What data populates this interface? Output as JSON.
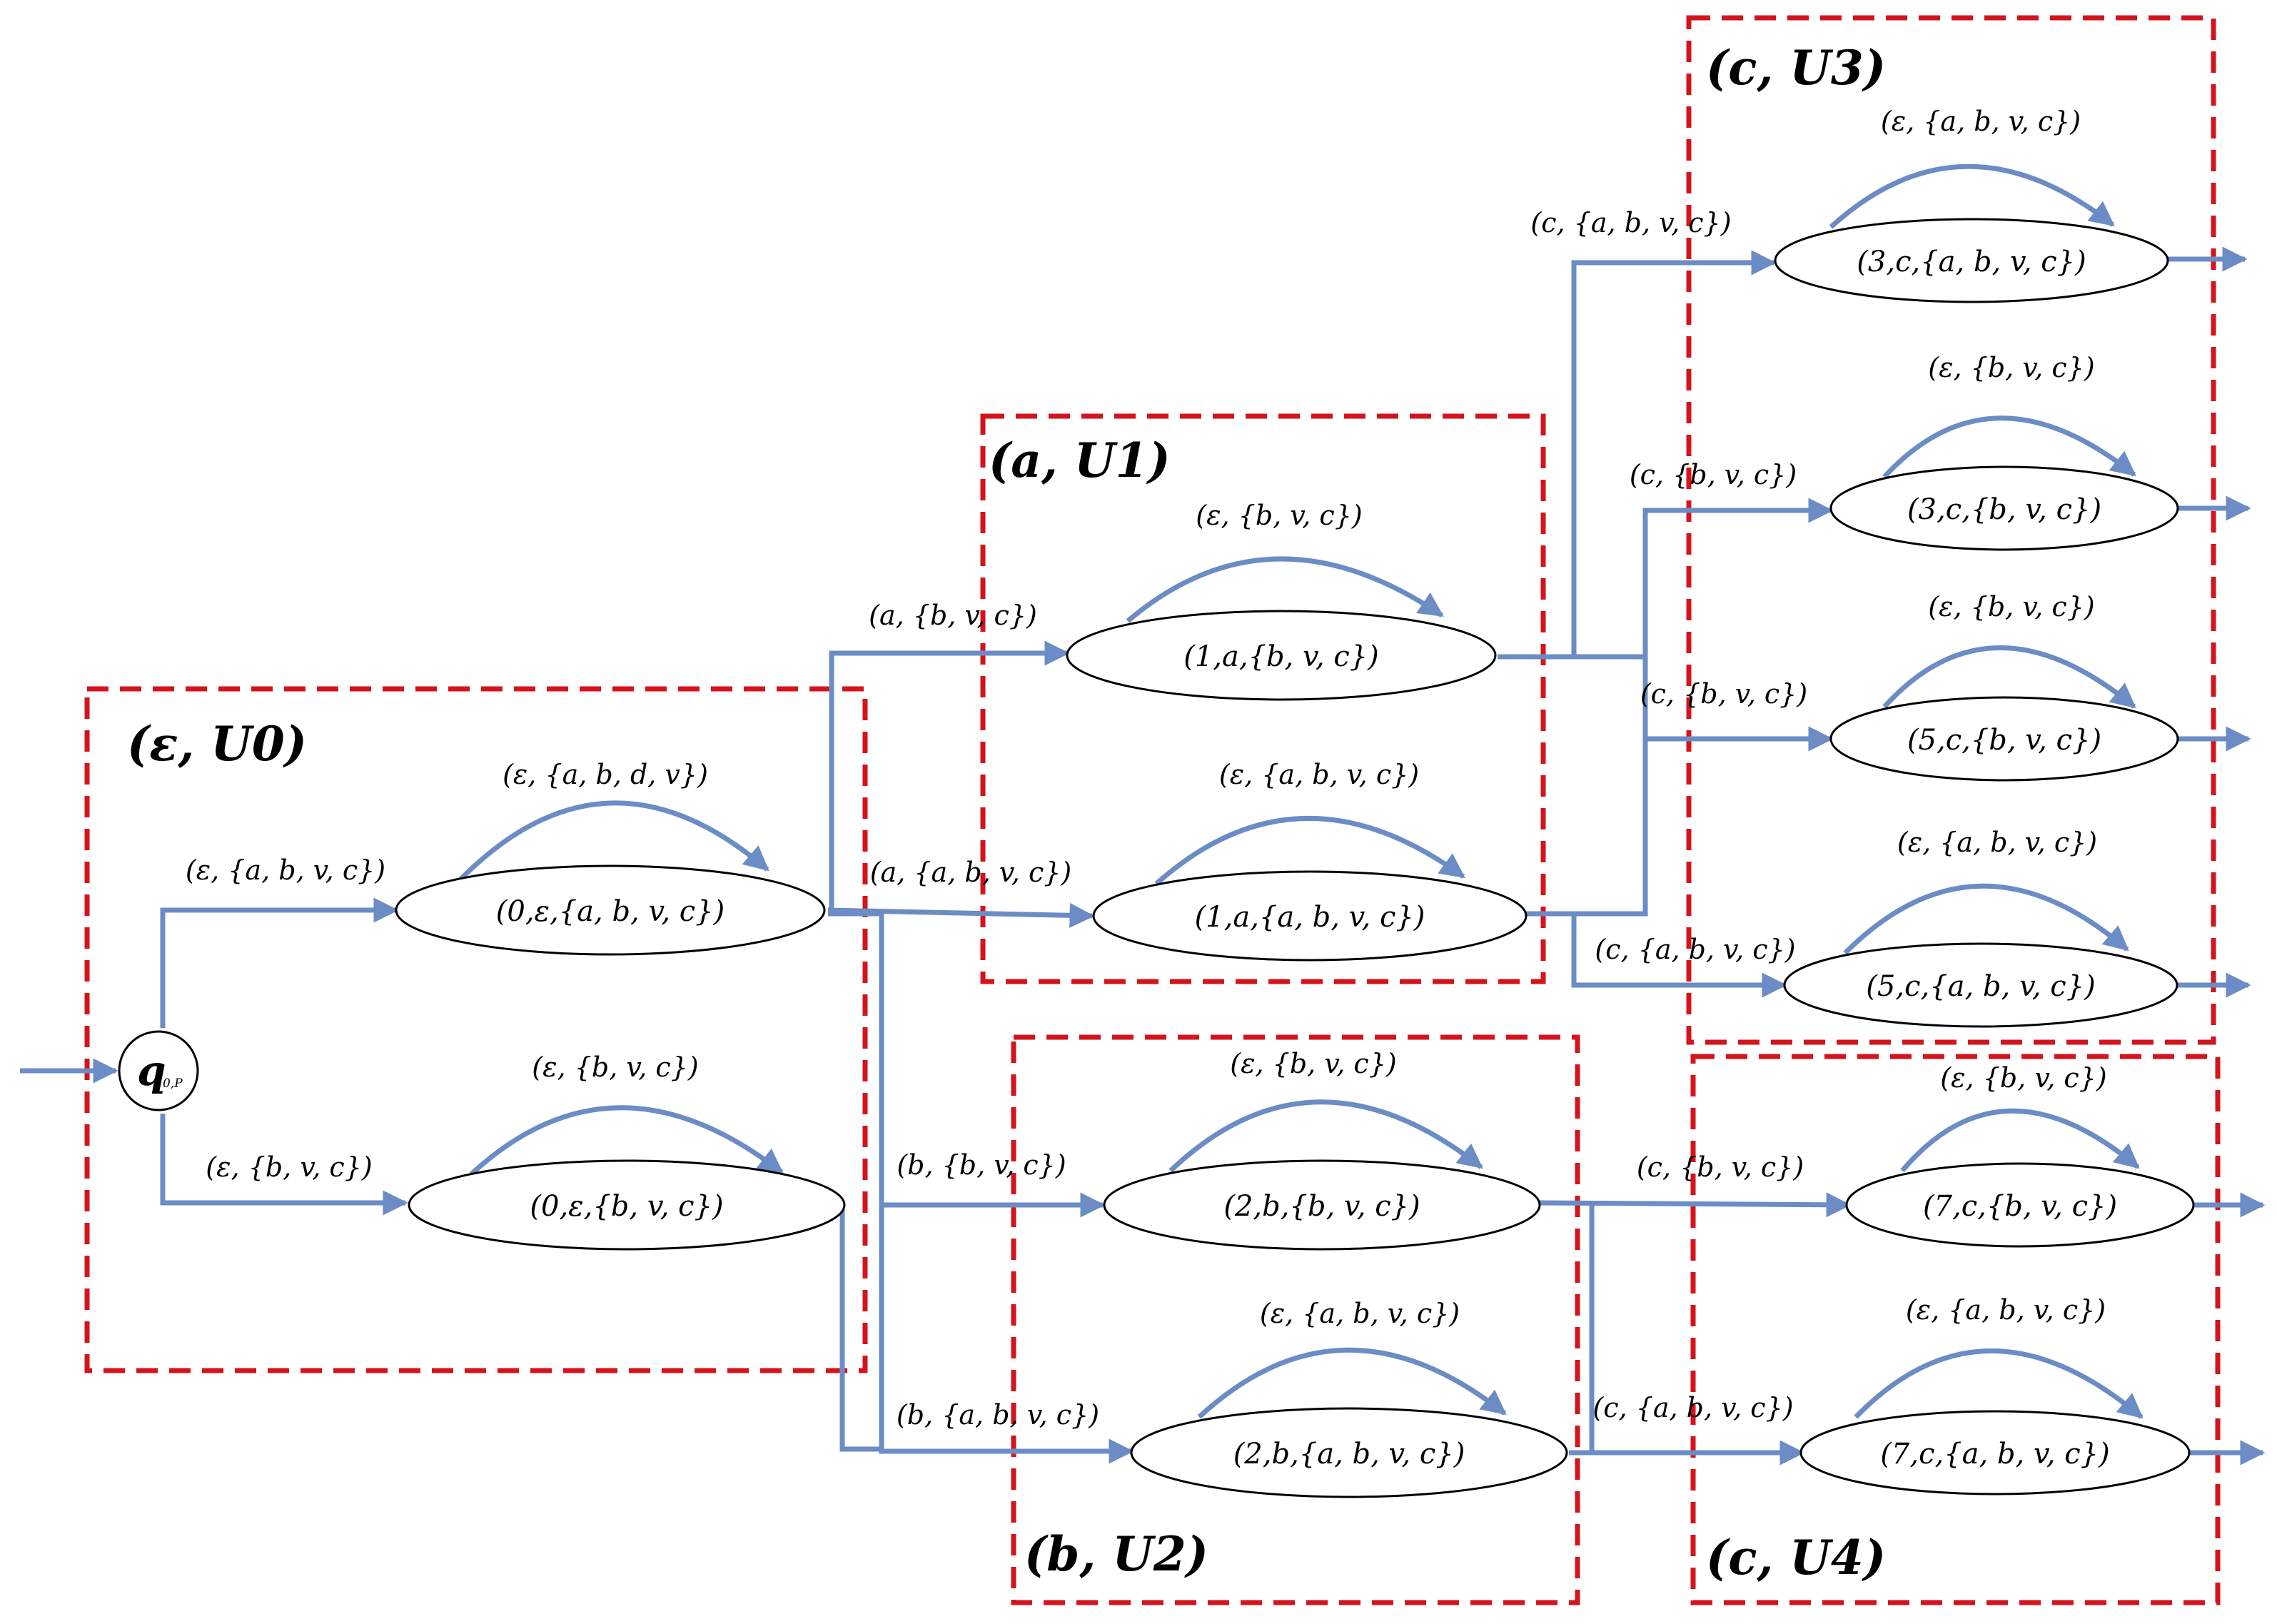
{
  "colors": {
    "edge": "#6b8cc4",
    "group_border": "#d4141c",
    "node_border": "#000000"
  },
  "start_node": {
    "main": "q",
    "sub": "0,P"
  },
  "groups": [
    {
      "id": "g0",
      "label": "(ε, U0)"
    },
    {
      "id": "g1",
      "label": "(a, U1)"
    },
    {
      "id": "g2",
      "label": "(b, U2)"
    },
    {
      "id": "g3",
      "label": "(c, U3)"
    },
    {
      "id": "g4",
      "label": "(c, U4)"
    }
  ],
  "nodes": [
    {
      "id": "n0a",
      "label": "(0,ε,{a, b, v, c})",
      "loop": "(ε, {a, b, d, v})"
    },
    {
      "id": "n0b",
      "label": "(0,ε,{b, v, c})",
      "loop": "(ε, {b, v, c})"
    },
    {
      "id": "n1a",
      "label": "(1,a,{b, v, c})",
      "loop": "(ε, {b, v, c})"
    },
    {
      "id": "n1b",
      "label": "(1,a,{a, b, v, c})",
      "loop": "(ε, {a, b, v, c})"
    },
    {
      "id": "n2a",
      "label": "(2,b,{b, v, c})",
      "loop": "(ε, {b, v, c})"
    },
    {
      "id": "n2b",
      "label": "(2,b,{a, b, v, c})",
      "loop": "(ε, {a, b, v, c})"
    },
    {
      "id": "n3a",
      "label": "(3,c,{a, b, v, c})",
      "loop": "(ε, {a, b, v, c})"
    },
    {
      "id": "n3b",
      "label": "(3,c,{b, v, c})",
      "loop": "(ε, {b, v, c})"
    },
    {
      "id": "n5a",
      "label": "(5,c,{b, v, c})",
      "loop": "(ε, {b, v, c})"
    },
    {
      "id": "n5b",
      "label": "(5,c,{a, b, v, c})",
      "loop": "(ε, {a, b, v, c})"
    },
    {
      "id": "n7a",
      "label": "(7,c,{b, v, c})",
      "loop": "(ε, {b, v, c})"
    },
    {
      "id": "n7b",
      "label": "(7,c,{a, b, v, c})",
      "loop": "(ε, {a, b, v, c})"
    }
  ],
  "edges": [
    {
      "id": "q-n0a",
      "label": "(ε, {a, b, v, c})"
    },
    {
      "id": "q-n0b",
      "label": "(ε, {b, v, c})"
    },
    {
      "id": "to-n1a",
      "label": "(a, {b, v, c})"
    },
    {
      "id": "to-n1b",
      "label": "(a, {a, b, v, c})"
    },
    {
      "id": "to-n2a",
      "label": "(b, {b, v, c})"
    },
    {
      "id": "to-n2b",
      "label": "(b, {a, b, v, c})"
    },
    {
      "id": "to-n3a",
      "label": "(c, {a, b, v, c})"
    },
    {
      "id": "to-n3b",
      "label": "(c, {b, v, c})"
    },
    {
      "id": "to-n5a",
      "label": "(c, {b, v, c})"
    },
    {
      "id": "to-n5b",
      "label": "(c, {a, b, v, c})"
    },
    {
      "id": "to-n7a",
      "label": "(c, {b, v, c})"
    },
    {
      "id": "to-n7b",
      "label": "(c, {a, b, v, c})"
    }
  ]
}
